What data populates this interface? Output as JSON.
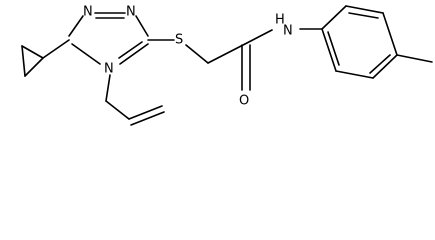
{
  "molecule": {
    "atoms": {
      "n1": "N",
      "n2": "N",
      "n4": "N",
      "s": "S",
      "o": "O",
      "nh": "N",
      "h": "H"
    },
    "colors": {
      "bond": "#000000",
      "label": "#000000",
      "background": "#ffffff"
    }
  }
}
